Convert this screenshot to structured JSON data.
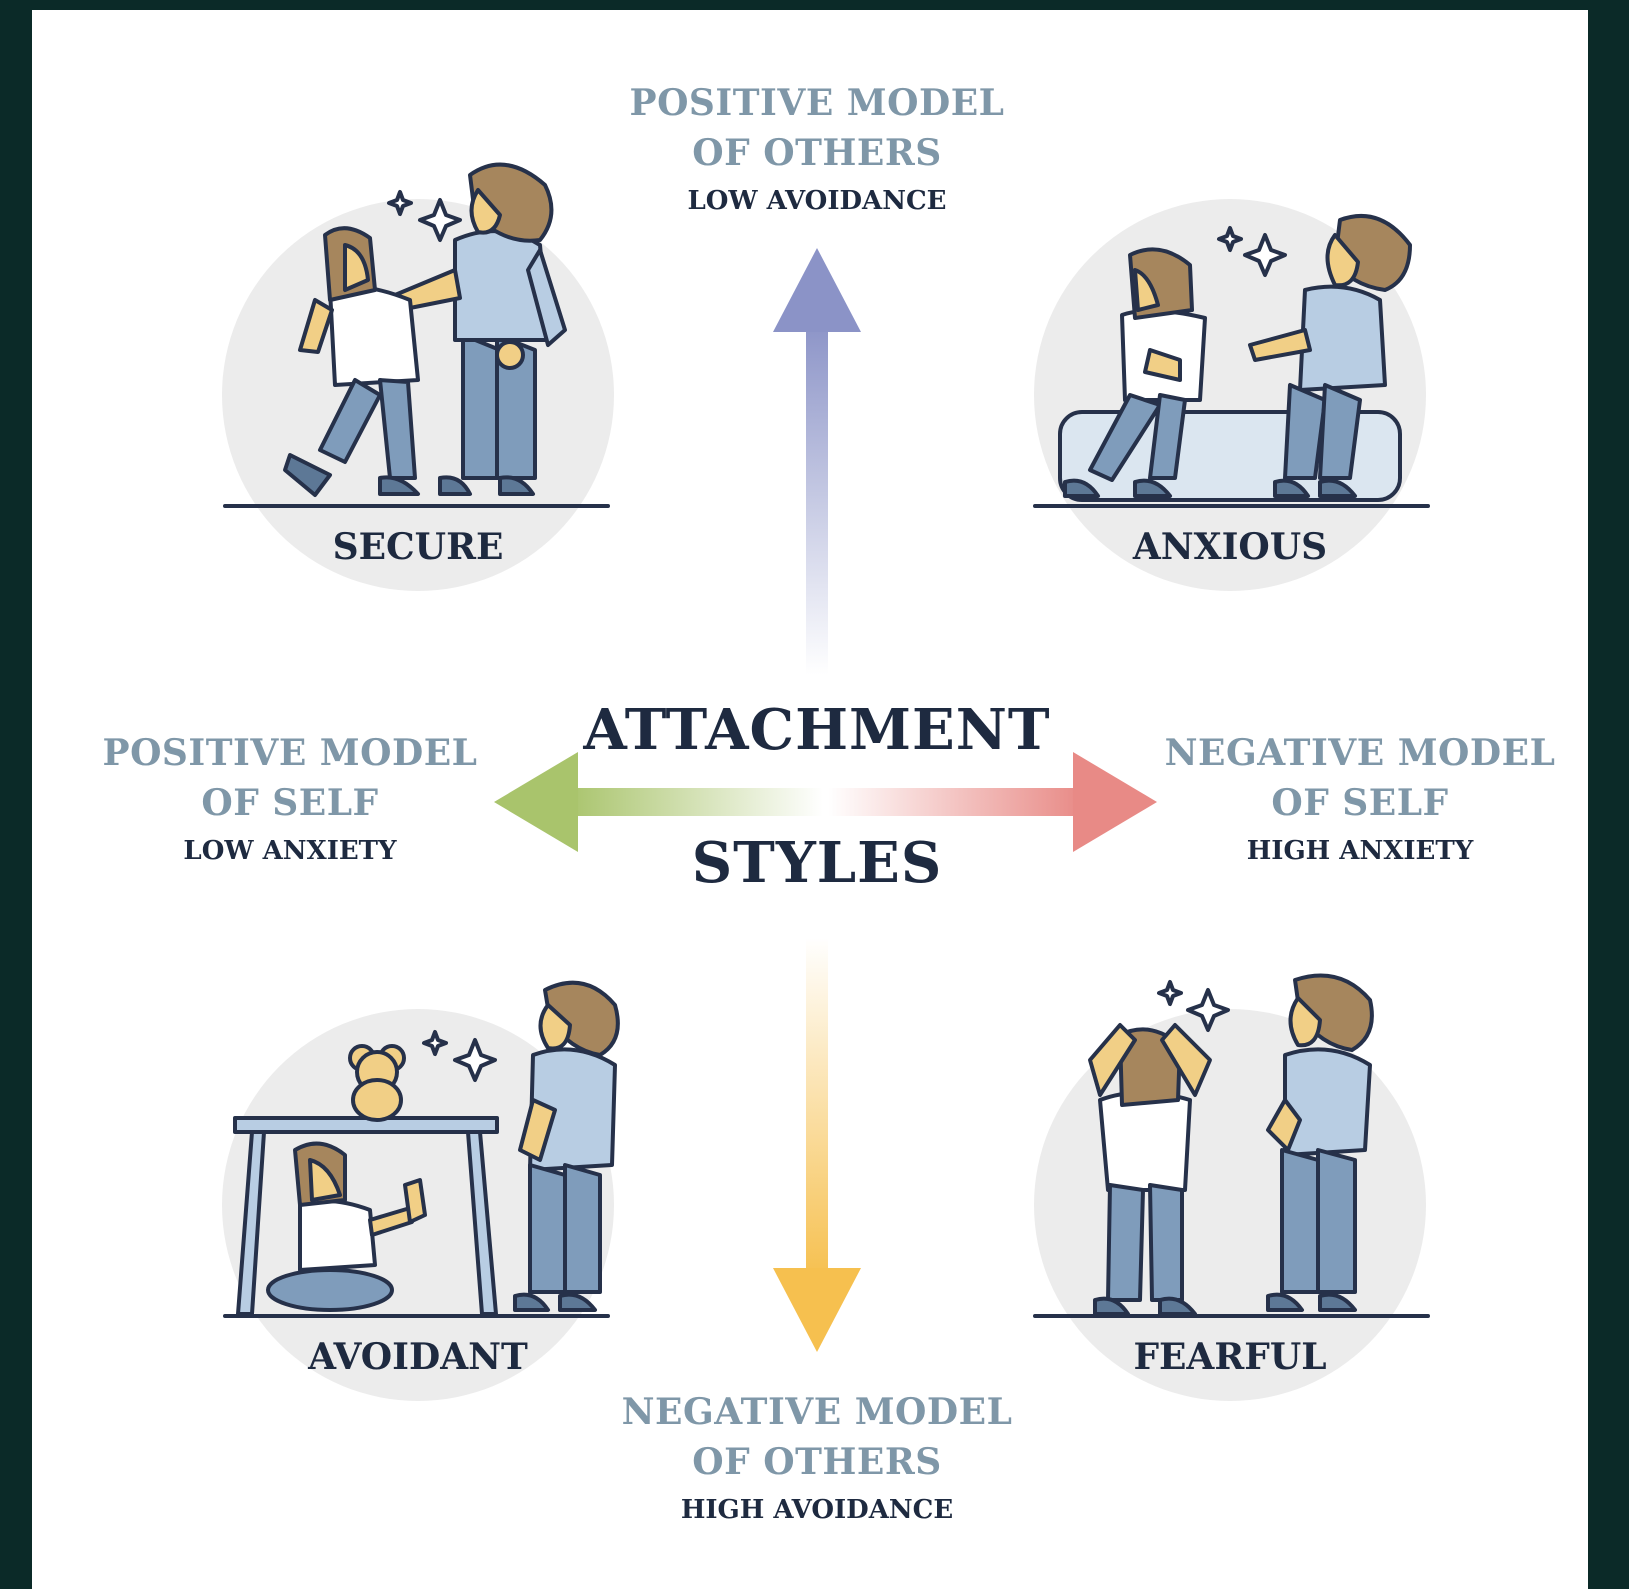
{
  "title": {
    "line1": "ATTACHMENT",
    "line2": "STYLES"
  },
  "axes": {
    "top": {
      "main_line1": "POSITIVE MODEL",
      "main_line2": "OF OTHERS",
      "sub": "LOW AVOIDANCE"
    },
    "bottom": {
      "main_line1": "NEGATIVE MODEL",
      "main_line2": "OF OTHERS",
      "sub": "HIGH AVOIDANCE"
    },
    "left": {
      "main_line1": "POSITIVE MODEL",
      "main_line2": "OF SELF",
      "sub": "LOW ANXIETY"
    },
    "right": {
      "main_line1": "NEGATIVE MODEL",
      "main_line2": "OF SELF",
      "sub": "HIGH ANXIETY"
    }
  },
  "styles": {
    "top_left": "SECURE",
    "top_right": "ANXIOUS",
    "bottom_left": "AVOIDANT",
    "bottom_right": "FEARFUL"
  },
  "colors": {
    "background_frame": "#0b2a28",
    "axis_label": "#7f97a8",
    "dark_text": "#1e2a40",
    "arrow_up": "#8b93c7",
    "arrow_down": "#f6c04f",
    "arrow_left": "#a9c46c",
    "arrow_right": "#e88a86",
    "circle": "#ececec",
    "hair": "#a6865d",
    "skin": "#f1cf86",
    "shirt_adult": "#b8cde3",
    "pants": "#7f9cbb"
  }
}
